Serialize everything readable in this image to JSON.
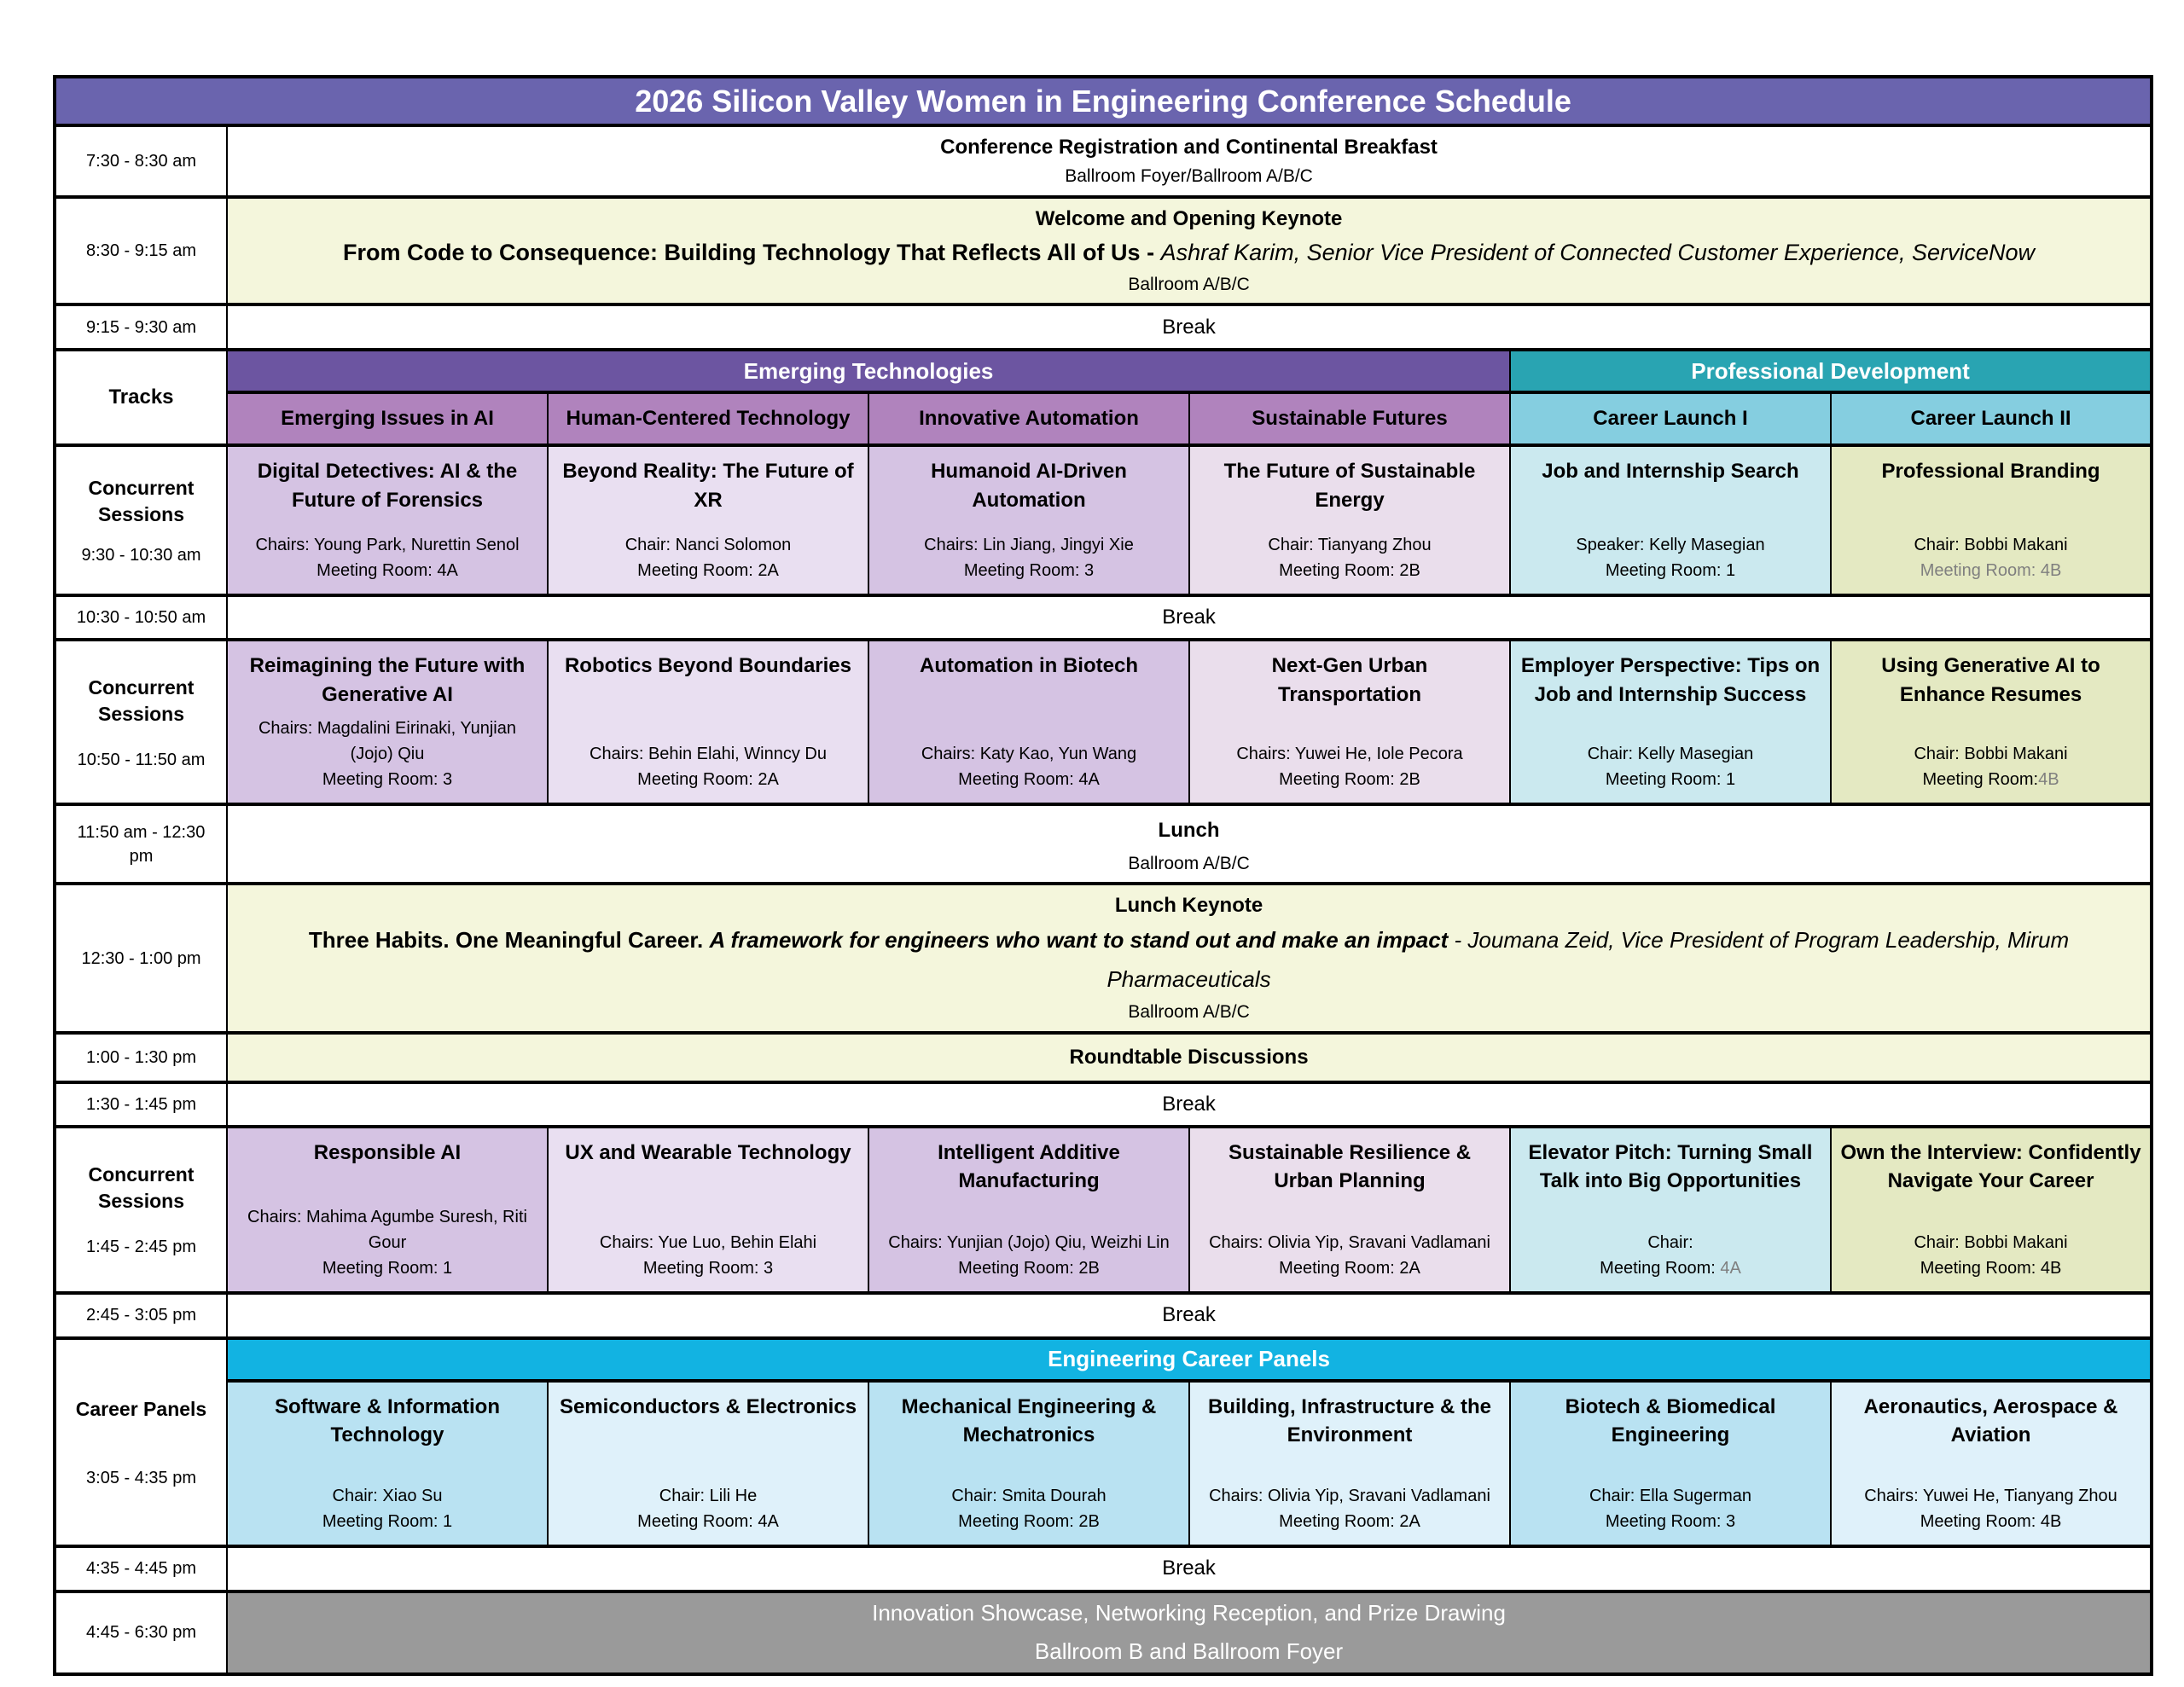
{
  "title": "2026 Silicon Valley Women in Engineering Conference Schedule",
  "colors": {
    "title_bar": "#6A64AE",
    "emerging_track_header": "#6C55A1",
    "professional_track_header": "#29A4B2",
    "purple_subheader": "#B083BD",
    "blue_subheader": "#85CEE0",
    "session_purple_medium": "#D5C3E3",
    "session_purple_light": "#E9DFF1",
    "career_launch_1_cell": "#CBE9EF",
    "career_launch_2_cell": "#E4E9C2",
    "keynote_row": "#F4F6DC",
    "career_panels_header": "#12B3E2",
    "panel_cell_medium": "#B9E2F2",
    "panel_cell_light": "#DFF1FA",
    "reception_row": "#9A9A9A",
    "muted_text": "#7F7F7F"
  },
  "registration": {
    "time": "7:30 - 8:30 am",
    "title": "Conference Registration and Continental Breakfast",
    "location": "Ballroom Foyer/Ballroom A/B/C"
  },
  "welcome": {
    "time": "8:30 - 9:15 am",
    "title": "Welcome and Opening Keynote",
    "talk_bold": "From Code to Consequence: Building Technology That Reflects All of Us - ",
    "talk_speaker": "Ashraf Karim, Senior Vice President of Connected Customer Experience, ServiceNow",
    "location": "Ballroom A/B/C"
  },
  "break1": {
    "time": "9:15 - 9:30 am",
    "label": "Break"
  },
  "tracks": {
    "label": "Tracks",
    "group1": "Emerging Technologies",
    "group2": "Professional Development",
    "cols": [
      "Emerging Issues in AI",
      "Human-Centered Technology",
      "Innovative Automation",
      "Sustainable Futures",
      "Career Launch I",
      "Career Launch II"
    ]
  },
  "session1": {
    "label": "Concurrent Sessions",
    "time": "9:30 - 10:30 am",
    "cells": [
      {
        "title": "Digital Detectives: AI & the Future of Forensics",
        "people": "Chairs: Young Park, Nurettin Senol",
        "room": "Meeting Room: 4A"
      },
      {
        "title": "Beyond Reality: The Future of XR",
        "people": "Chair: Nanci Solomon",
        "room": "Meeting Room: 2A"
      },
      {
        "title": "Humanoid AI-Driven Automation",
        "people": "Chairs: Lin Jiang, Jingyi Xie",
        "room": "Meeting Room: 3"
      },
      {
        "title": "The Future of Sustainable Energy",
        "people": "Chair: Tianyang Zhou",
        "room": "Meeting Room: 2B"
      },
      {
        "title": "Job and Internship Search",
        "people": "Speaker: Kelly Masegian",
        "room": "Meeting Room: 1"
      },
      {
        "title": "Professional Branding",
        "people": "Chair: Bobbi Makani",
        "room": "",
        "room_muted": "Meeting Room: 4B"
      }
    ]
  },
  "break2": {
    "time": "10:30 - 10:50 am",
    "label": "Break"
  },
  "session2": {
    "label": "Concurrent Sessions",
    "time": "10:50 - 11:50 am",
    "cells": [
      {
        "title": "Reimagining the Future with Generative AI",
        "people": "Chairs: Magdalini Eirinaki, Yunjian (Jojo) Qiu",
        "room": "Meeting Room: 3"
      },
      {
        "title": "Robotics Beyond Boundaries",
        "people": "Chairs: Behin Elahi, Winncy Du",
        "room": "Meeting Room: 2A"
      },
      {
        "title": "Automation in Biotech",
        "people": "Chairs: Katy Kao, Yun Wang",
        "room": "Meeting Room: 4A"
      },
      {
        "title": "Next-Gen Urban Transportation",
        "people": "Chairs: Yuwei He, Iole Pecora",
        "room": "Meeting Room: 2B"
      },
      {
        "title": "Employer Perspective: Tips on Job and Internship Success",
        "people": "Chair: Kelly Masegian",
        "room": "Meeting Room: 1"
      },
      {
        "title": "Using Generative AI to Enhance Resumes",
        "people": "Chair: Bobbi Makani",
        "room": "Meeting Room:",
        "room_muted": "4B"
      }
    ]
  },
  "lunch": {
    "time": "11:50 am - 12:30 pm",
    "title": "Lunch",
    "location": "Ballroom A/B/C"
  },
  "lunch_keynote": {
    "time": "12:30 - 1:00  pm",
    "title": "Lunch Keynote",
    "talk_bold": "Three Habits. One Meaningful Career. ",
    "talk_bold_italic": "A framework for engineers who want to stand out and make an impact ",
    "talk_speaker": " - Joumana Zeid, Vice President of Program Leadership, Mirum Pharmaceuticals",
    "location": "Ballroom A/B/C"
  },
  "roundtable": {
    "time": "1:00  - 1:30  pm",
    "label": "Roundtable Discussions"
  },
  "break3": {
    "time": "1:30 - 1:45 pm",
    "label": "Break"
  },
  "session3": {
    "label": "Concurrent Sessions",
    "time": "1:45 - 2:45 pm",
    "cells": [
      {
        "title": "Responsible AI",
        "people": "Chairs: Mahima Agumbe Suresh, Riti Gour",
        "room": "Meeting Room: 1"
      },
      {
        "title": "UX and Wearable Technology",
        "people": "Chairs: Yue Luo, Behin Elahi",
        "room": "Meeting Room: 3"
      },
      {
        "title": "Intelligent Additive Manufacturing",
        "people": "Chairs: Yunjian (Jojo) Qiu, Weizhi Lin",
        "room": "Meeting Room: 2B"
      },
      {
        "title": "Sustainable Resilience & Urban Planning",
        "people": "Chairs: Olivia Yip, Sravani Vadlamani",
        "room": "Meeting Room: 2A"
      },
      {
        "title": "Elevator Pitch: Turning Small Talk into Big Opportunities",
        "people": "Chair:",
        "room": "Meeting Room:",
        "room_muted": " 4A"
      },
      {
        "title": "Own the Interview: Confidently Navigate Your Career",
        "people": "Chair: Bobbi Makani",
        "room": "Meeting Room: 4B"
      }
    ]
  },
  "break4": {
    "time": "2:45 - 3:05 pm",
    "label": "Break"
  },
  "panels": {
    "label": "Career Panels",
    "time": "3:05 - 4:35 pm",
    "header": "Engineering Career Panels",
    "cells": [
      {
        "title": "Software & Information Technology",
        "people": "Chair: Xiao Su",
        "room": "Meeting Room: 1"
      },
      {
        "title": "Semiconductors & Electronics",
        "people": "Chair: Lili He",
        "room": "Meeting Room: 4A"
      },
      {
        "title": "Mechanical Engineering & Mechatronics",
        "people": "Chair: Smita Dourah",
        "room": "Meeting Room: 2B"
      },
      {
        "title": "Building, Infrastructure & the Environment",
        "people": "Chairs: Olivia Yip, Sravani Vadlamani",
        "room": "Meeting Room: 2A"
      },
      {
        "title": "Biotech & Biomedical Engineering",
        "people": "Chair: Ella Sugerman",
        "room": "Meeting Room: 3"
      },
      {
        "title": "Aeronautics, Aerospace & Aviation",
        "people": "Chairs: Yuwei He, Tianyang Zhou",
        "room": "Meeting Room: 4B"
      }
    ]
  },
  "break5": {
    "time": "4:35 - 4:45 pm",
    "label": "Break"
  },
  "reception": {
    "time": "4:45 - 6:30 pm",
    "title": "Innovation Showcase, Networking Reception, and Prize Drawing",
    "location": "Ballroom B and Ballroom Foyer"
  }
}
